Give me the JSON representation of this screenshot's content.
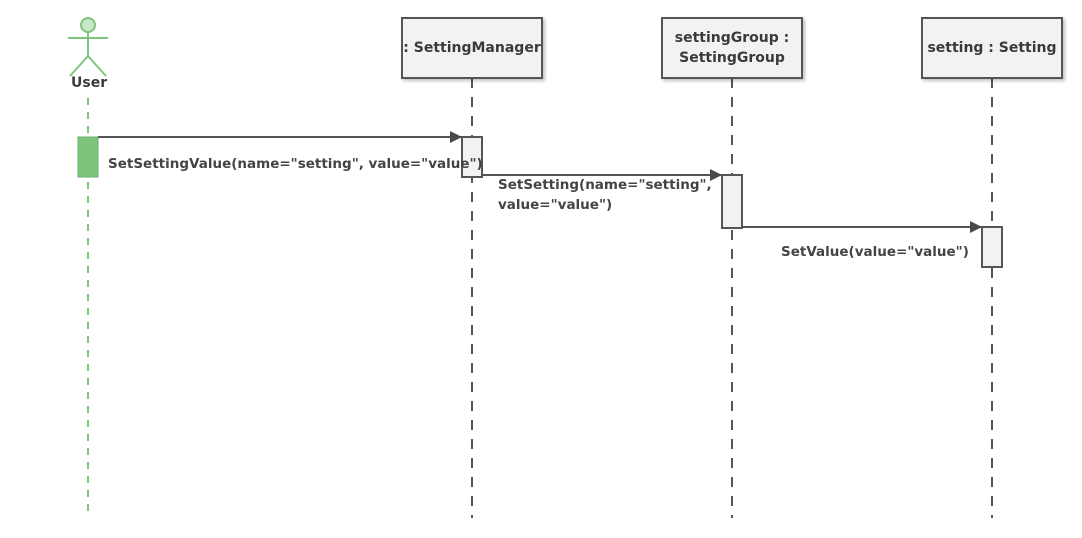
{
  "colors": {
    "actor": "#7dc47d",
    "actor_activation": "#7dc47d",
    "box_fill": "#f2f2f2",
    "line": "#555555",
    "text": "#444444"
  },
  "actor": {
    "label": "User"
  },
  "lifelines": [
    {
      "label": ": SettingManager"
    },
    {
      "label": "settingGroup :\nSettingGroup"
    },
    {
      "label": "setting : Setting"
    }
  ],
  "messages": [
    {
      "label": "SetSettingValue(name=\"setting\", value=\"value\")"
    },
    {
      "label_line1": "SetSetting(name=\"setting\",",
      "label_line2": "value=\"value\")"
    },
    {
      "label": "SetValue(value=\"value\")"
    }
  ]
}
